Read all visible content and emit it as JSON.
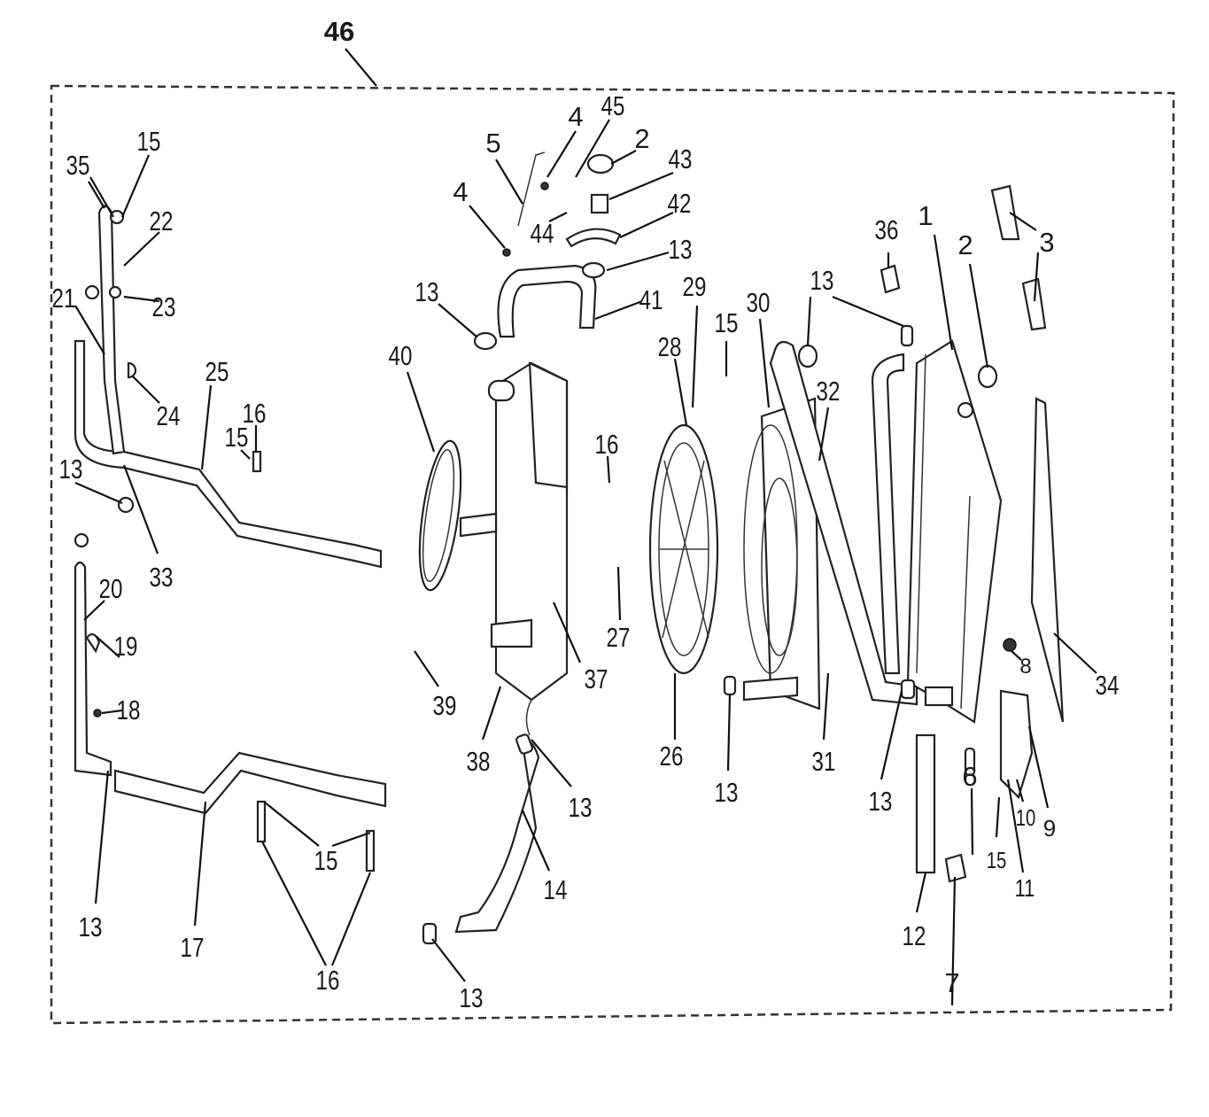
{
  "labels": [
    "46",
    "15",
    "35",
    "22",
    "23",
    "21",
    "24",
    "25",
    "16",
    "15",
    "13",
    "33",
    "20",
    "19",
    "18",
    "13",
    "17",
    "15",
    "16",
    "5",
    "4",
    "45",
    "2",
    "43",
    "4",
    "44",
    "42",
    "13",
    "13",
    "41",
    "29",
    "40",
    "28",
    "15",
    "30",
    "13",
    "36",
    "1",
    "2",
    "3",
    "32",
    "16",
    "27",
    "37",
    "39",
    "38",
    "26",
    "13",
    "31",
    "13",
    "8",
    "34",
    "6",
    "9",
    "10",
    "15",
    "11",
    "12",
    "7",
    "13",
    "14",
    "13"
  ],
  "colors": {
    "ink": "#1a1a1a",
    "background": "#ffffff"
  }
}
